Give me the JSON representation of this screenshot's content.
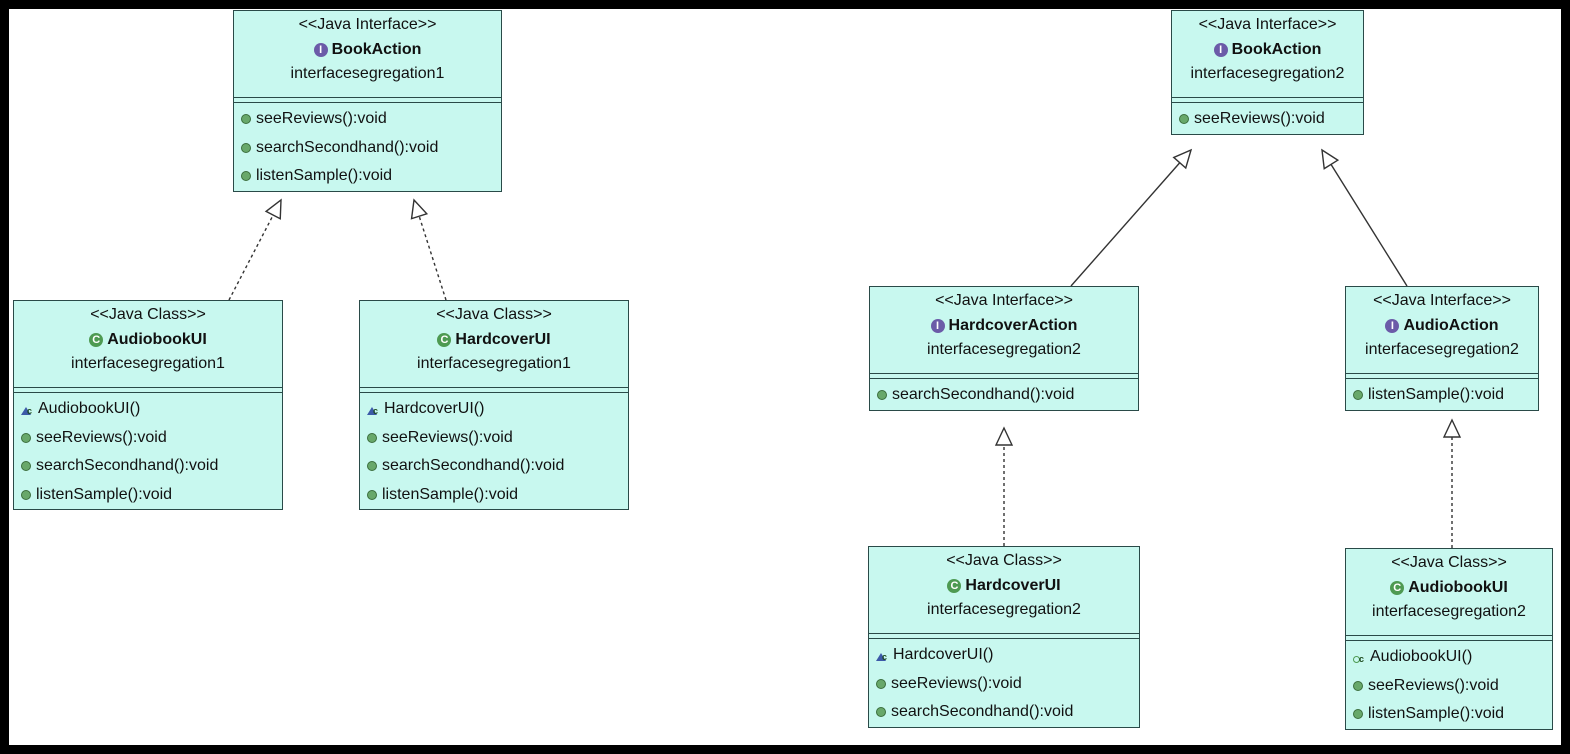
{
  "diagram": {
    "boxes": [
      {
        "id": "ba1",
        "stereotype": "<<Java Interface>>",
        "kind": "interface",
        "name": "BookAction",
        "package": "interfacesegregation1",
        "constructor": null,
        "methods": [
          "seeReviews():void",
          "searchSecondhand():void",
          "listenSample():void"
        ]
      },
      {
        "id": "ab1",
        "stereotype": "<<Java Class>>",
        "kind": "class",
        "name": "AudiobookUI",
        "package": "interfacesegregation1",
        "constructor": "AudiobookUI()",
        "ctor_visibility": "package",
        "methods": [
          "seeReviews():void",
          "searchSecondhand():void",
          "listenSample():void"
        ]
      },
      {
        "id": "hc1",
        "stereotype": "<<Java Class>>",
        "kind": "class",
        "name": "HardcoverUI",
        "package": "interfacesegregation1",
        "constructor": "HardcoverUI()",
        "ctor_visibility": "package",
        "methods": [
          "seeReviews():void",
          "searchSecondhand():void",
          "listenSample():void"
        ]
      },
      {
        "id": "ba2a",
        "stereotype": "<<Java Interface>>",
        "kind": "interface",
        "name": "BookAction",
        "package": "interfacesegregation2",
        "constructor": null,
        "methods": [
          "seeReviews():void"
        ]
      },
      {
        "id": "ba2b",
        "stereotype": "<<Java Interface>>",
        "kind": "interface",
        "name": "BookAction",
        "package": "interfacesegregation2",
        "constructor": null,
        "methods": [
          "seeReviews():void"
        ]
      },
      {
        "id": "hca2",
        "stereotype": "<<Java Interface>>",
        "kind": "interface",
        "name": "HardcoverAction",
        "package": "interfacesegregation2",
        "constructor": null,
        "methods": [
          "searchSecondhand():void"
        ]
      },
      {
        "id": "aa2",
        "stereotype": "<<Java Interface>>",
        "kind": "interface",
        "name": "AudioAction",
        "package": "interfacesegregation2",
        "constructor": null,
        "methods": [
          "listenSample():void"
        ]
      },
      {
        "id": "hc2",
        "stereotype": "<<Java Class>>",
        "kind": "class",
        "name": "HardcoverUI",
        "package": "interfacesegregation2",
        "constructor": "HardcoverUI()",
        "ctor_visibility": "package",
        "methods": [
          "seeReviews():void",
          "searchSecondhand():void"
        ]
      },
      {
        "id": "ab2",
        "stereotype": "<<Java Class>>",
        "kind": "class",
        "name": "AudiobookUI",
        "package": "interfacesegregation2",
        "constructor": "AudiobookUI()",
        "ctor_visibility": "public",
        "methods": [
          "seeReviews():void",
          "listenSample():void"
        ]
      }
    ],
    "relations": [
      {
        "from": "ab1",
        "to": "ba1",
        "type": "realization"
      },
      {
        "from": "hc1",
        "to": "ba1",
        "type": "realization"
      },
      {
        "from": "hca2",
        "to": "ba2a",
        "type": "generalization"
      },
      {
        "from": "aa2",
        "to": "ba2b",
        "type": "generalization"
      },
      {
        "from": "hc2",
        "to": "hca2",
        "type": "realization"
      },
      {
        "from": "ab2",
        "to": "aa2",
        "type": "realization"
      }
    ],
    "colors": {
      "fill": "#c8f8ef",
      "border": "#2a4a48",
      "interface_icon": "#6b5ba8",
      "class_icon": "#4e9a52",
      "method_dot": "#68a86a",
      "line": "#333333"
    }
  }
}
